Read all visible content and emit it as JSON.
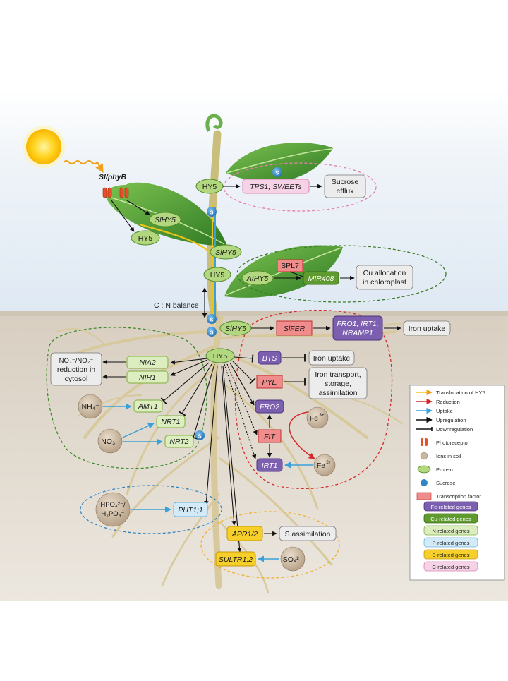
{
  "labels": {
    "slphyb": "Sl/phyB",
    "hy5": "HY5",
    "slhy5": "SlHY5",
    "athy5": "AtHY5",
    "cn_balance": "C : N balance",
    "tps": "TPS1, SWEETs",
    "sucrose_efflux_1": "Sucrose",
    "sucrose_efflux_2": "efflux",
    "spl7": "SPL7",
    "mir408": "MIR408",
    "cu_alloc_1": "Cu allocation",
    "cu_alloc_2": "in chloroplast",
    "slfer": "SlFER",
    "fro1_1": "FRO1, IRT1,",
    "fro1_2": "NRAMP1",
    "iron_uptake_1": "Iron uptake",
    "bts": "BTS",
    "iron_uptake_2": "Iron uptake",
    "pye": "PYE",
    "iron_trans_1": "Iron transport,",
    "iron_trans_2": "storage,",
    "iron_trans_3": "assimilation",
    "fro2": "FRO2",
    "fit": "FIT",
    "irt1": "IRT1",
    "fe3": "Fe",
    "fe3_sup": "3+",
    "fe2": "Fe",
    "fe2_sup": "2+",
    "nia2": "NIA2",
    "nir1": "NIR1",
    "no3_red_1": "NO₃⁻/NO₂⁻",
    "no3_red_2": "reduction in",
    "no3_red_3": "cytosol",
    "nh4": "NH₄⁺",
    "amt1": "AMT1",
    "nrt1": "NRT1",
    "no3": "NO₃⁻",
    "nrt2": "NRT2",
    "hpo4_1": "HPO₄²⁻/",
    "hpo4_2": "H₂PO₄⁻",
    "pht1": "PHT1;1",
    "apr": "APR1/2",
    "s_assim": "S assimilation",
    "sultr": "SULTR1;2",
    "so4": "SO₄²⁻",
    "sucrose_s": "S"
  },
  "legend": {
    "items": [
      {
        "label": "Translocation of HY5",
        "color": "#f0c419"
      },
      {
        "label": "Reduction",
        "color": "#d42a2a"
      },
      {
        "label": "Uptake",
        "color": "#3aa0d8"
      },
      {
        "label": "Upregulation",
        "color": "#111111"
      },
      {
        "label": "Downregulation",
        "color": "#111111"
      },
      {
        "label": "Photoreceptor"
      },
      {
        "label": "Ions in soil"
      },
      {
        "label": "Protein"
      },
      {
        "label": "Sucrose"
      },
      {
        "label": "Transcription factor"
      }
    ],
    "genes": [
      {
        "label": "Fe-related genes",
        "fill": "#7d5fb0",
        "stroke": "#4d3580",
        "text": "#ffffff"
      },
      {
        "label": "Cu-related genes",
        "fill": "#5f9a2e",
        "stroke": "#3d6d18",
        "text": "#ffffff"
      },
      {
        "label": "N-related genes",
        "fill": "#dceec0",
        "stroke": "#7fae3e",
        "text": "#222222"
      },
      {
        "label": "P-related genes",
        "fill": "#d3ebf8",
        "stroke": "#6fb2d9",
        "text": "#222222"
      },
      {
        "label": "S-related genes",
        "fill": "#f6cf2a",
        "stroke": "#c79a0a",
        "text": "#222222"
      },
      {
        "label": "C-related genes",
        "fill": "#f6d2e6",
        "stroke": "#d982b5",
        "text": "#222222"
      }
    ]
  },
  "colors": {
    "sky": "#e3edf6",
    "soil": "#ddd4c7",
    "stem": "#c6be83",
    "leaf": "#4f9b34",
    "protein": "#b3d77f",
    "translocation": "#f0c419",
    "reduction": "#d42a2a",
    "uptake": "#3aa0d8"
  }
}
